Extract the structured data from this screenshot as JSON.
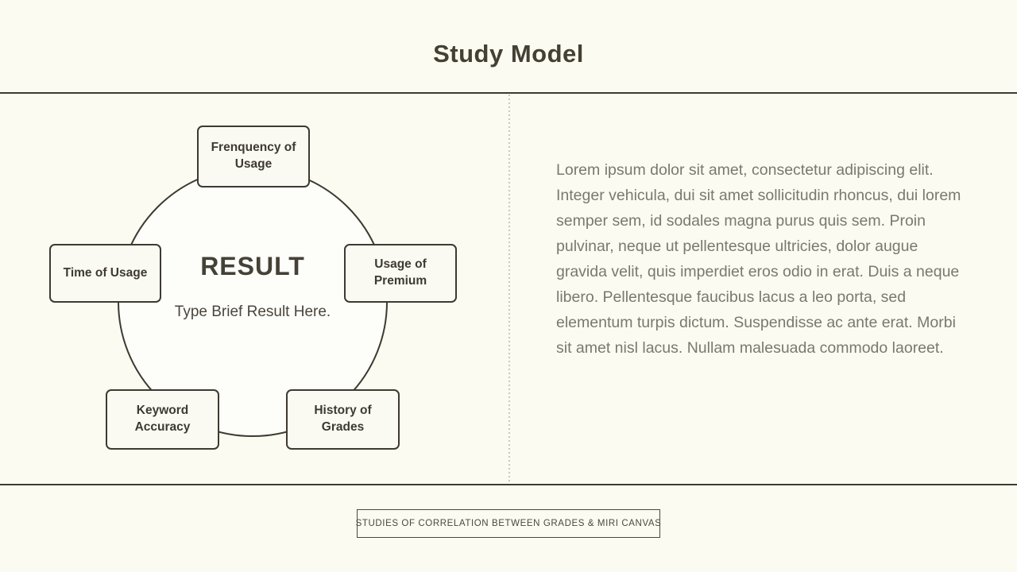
{
  "slide": {
    "title": "Study Model",
    "footer_label": "STUDIES OF CORRELATION BETWEEN GRADES & MIRI CANVAS"
  },
  "diagram": {
    "center_title": "RESULT",
    "center_subtitle": "Type Brief Result Here.",
    "nodes": [
      {
        "label": "Frenquency of Usage",
        "position": "top"
      },
      {
        "label": "Time of Usage",
        "position": "left"
      },
      {
        "label": "Usage of Premium",
        "position": "right"
      },
      {
        "label": "Keyword Accuracy",
        "position": "bottom-left"
      },
      {
        "label": "History of Grades",
        "position": "bottom-right"
      }
    ]
  },
  "body": {
    "paragraph": "Lorem ipsum dolor sit amet, consectetur adipiscing elit. Integer vehicula, dui sit amet sollicitudin rhoncus, dui lorem semper sem, id sodales magna purus quis sem. Proin pulvinar, neque ut pellentesque ultricies, dolor augue gravida velit, quis imperdiet eros odio in erat. Duis a neque libero. Pellentesque faucibus lacus a leo porta, sed elementum turpis dictum. Suspendisse ac ante erat. Morbi sit amet nisl lacus. Nullam malesuada commodo laoreet."
  },
  "colors": {
    "background": "#fcfbf1",
    "circle_fill": "#fdfdf9",
    "line_dark": "#3e3a31",
    "title_text": "#444034",
    "body_text": "#7b786f",
    "footer_text": "#4c473d",
    "divider_dots": "#cbc8be"
  }
}
